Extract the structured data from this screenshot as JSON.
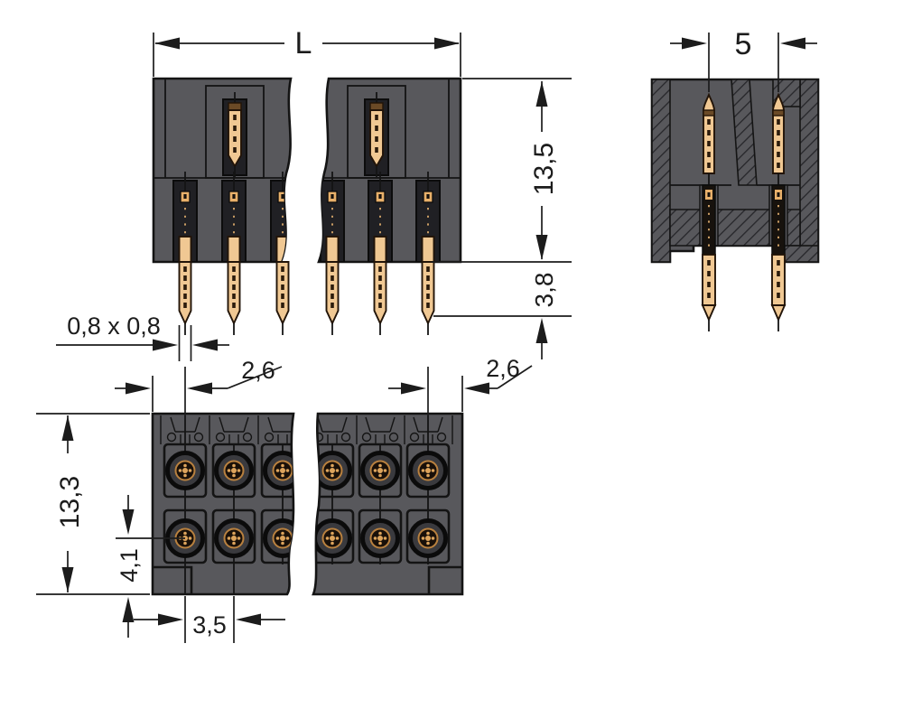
{
  "labels": {
    "front_length": "L",
    "front_height": "13,5",
    "front_pin_protrusion": "3,8",
    "front_pin_cross_section": "0,8 x 0,8",
    "side_row_spacing": "5",
    "bottom_left_margin": "2,6",
    "bottom_right_margin": "2,6",
    "bottom_depth": "13,3",
    "bottom_row_offset": "4,1",
    "bottom_pitch": "3,5"
  },
  "colors": {
    "housing": "#58585c",
    "slot": "#202024",
    "pin_copper": "#f0c893",
    "pin_detail": "#2b1b0c",
    "outline": "#141414",
    "dimension": "#1c1c1c",
    "background": "#ffffff"
  }
}
